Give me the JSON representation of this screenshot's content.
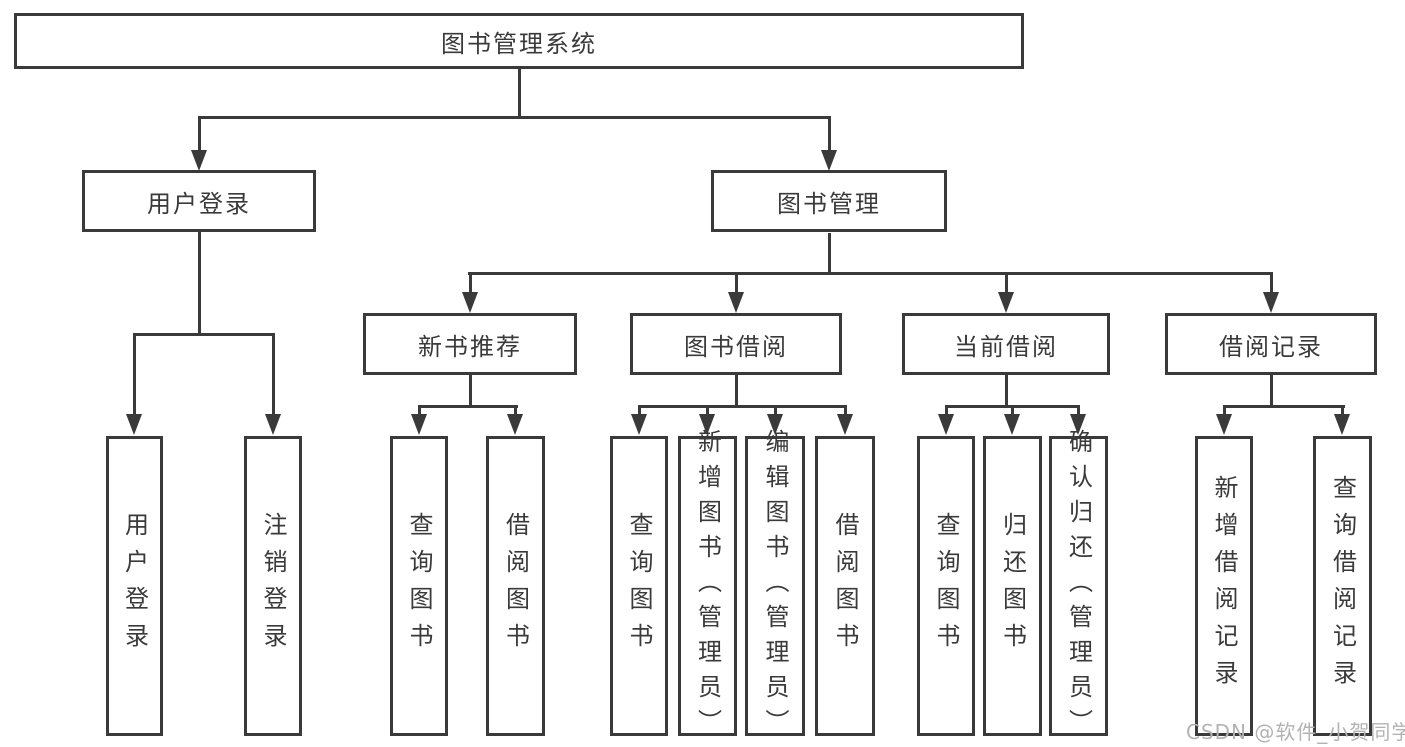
{
  "colors": {
    "line": "#3a3a3a",
    "text": "#3a3a3a",
    "background": "#ffffff",
    "watermark": "#b3b3b3"
  },
  "watermark": {
    "text": "CSDN @软件_小贺同学"
  },
  "tree": {
    "root": {
      "label": "图书管理系统"
    },
    "branches": [
      {
        "label": "用户登录",
        "children": [
          {
            "label": "用户登录"
          },
          {
            "label": "注销登录"
          }
        ]
      },
      {
        "label": "图书管理",
        "children": [
          {
            "label": "新书推荐",
            "children": [
              {
                "label": "查询图书"
              },
              {
                "label": "借阅图书"
              }
            ]
          },
          {
            "label": "图书借阅",
            "children": [
              {
                "label": "查询图书"
              },
              {
                "label": "新增图书（管理员）"
              },
              {
                "label": "编辑图书（管理员）"
              },
              {
                "label": "借阅图书"
              }
            ]
          },
          {
            "label": "当前借阅",
            "children": [
              {
                "label": "查询图书"
              },
              {
                "label": "归还图书"
              },
              {
                "label": "确认归还（管理员）"
              }
            ]
          },
          {
            "label": "借阅记录",
            "children": [
              {
                "label": "新增借阅记录"
              },
              {
                "label": "查询借阅记录"
              }
            ]
          }
        ]
      }
    ]
  }
}
